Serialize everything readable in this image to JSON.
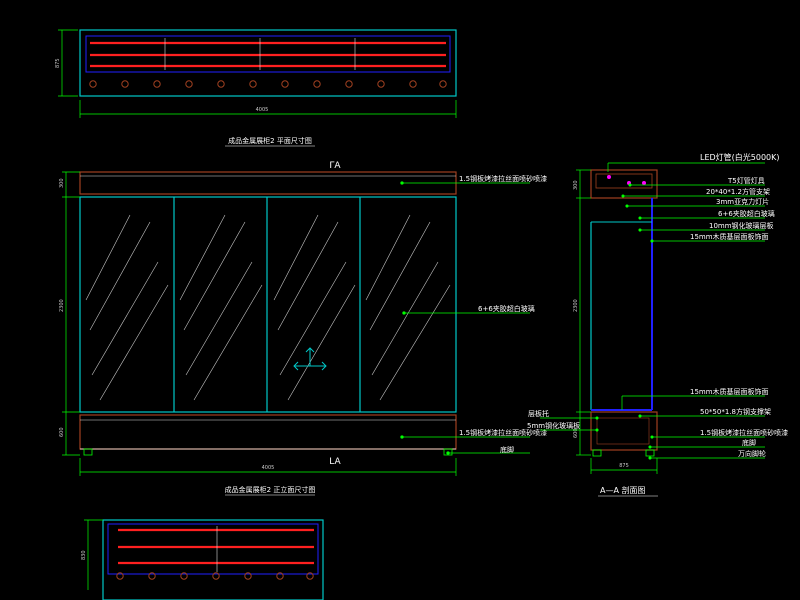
{
  "plan_view": {
    "caption": "成品金属展柜2 平面尺寸图",
    "width_dim": "4005",
    "depth_dim": "875"
  },
  "front_view": {
    "caption": "成品金属展柜2 正立面尺寸图",
    "section_mark_top": "ΓA",
    "section_mark_bottom": "LA",
    "width_dim": "4005",
    "height_dims": [
      "300",
      "2300",
      "600"
    ],
    "callouts": [
      "1.5钢板烤漆拉丝面喷砂喷漆",
      "6+6夹胶超白玻璃",
      "1.5钢板烤漆拉丝面喷砂喷漆",
      "底脚"
    ]
  },
  "section_view": {
    "caption": "A—A  剖面图",
    "height_dims": [
      "300",
      "2300",
      "600"
    ],
    "depth_dim": "875",
    "right_callouts": [
      "LED灯管(白光5000K)",
      "T5灯管灯具",
      "20*40*1.2方管支架",
      "3mm亚克力灯片",
      "6+6夹胶超白玻璃",
      "10mm钢化玻璃层板",
      "15mm木质基层面板饰面",
      "15mm木质基层面板饰面",
      "50*50*1.8方钢支撑架",
      "1.5钢板烤漆拉丝面喷砂喷漆",
      "底脚",
      "万向脚轮"
    ],
    "left_callouts": [
      "层板托",
      "5mm钢化玻璃板"
    ]
  },
  "lower_view": {
    "depth_dim": "830"
  },
  "colors": {
    "cyan": "#00c8c8",
    "green": "#00ff00",
    "blue": "#2020ff",
    "red": "#ff2020",
    "brown": "#a04020",
    "magenta": "#ff00ff",
    "white": "#ffffff"
  }
}
